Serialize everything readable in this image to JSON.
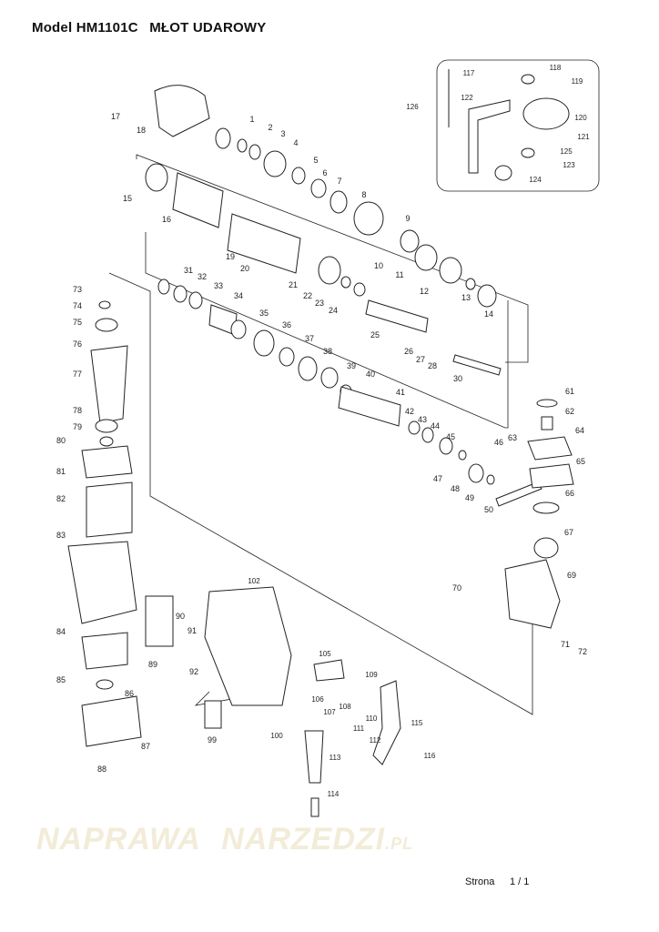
{
  "header": {
    "model_label": "Model HM1101C",
    "product_name": "MŁOT UDAROWY"
  },
  "watermark": {
    "line1": "NAPRAWA",
    "line2": "NARZEDZI",
    "suffix": ".PL"
  },
  "diagram": {
    "part_numbers": [
      "1",
      "2",
      "3",
      "4",
      "5",
      "6",
      "7",
      "8",
      "9",
      "10",
      "11",
      "12",
      "13",
      "14",
      "15",
      "16",
      "17",
      "18",
      "19",
      "20",
      "21",
      "22",
      "23",
      "24",
      "25",
      "26",
      "27",
      "28",
      "30",
      "31",
      "32",
      "33",
      "34",
      "35",
      "36",
      "37",
      "38",
      "39",
      "40",
      "41",
      "42",
      "43",
      "44",
      "45",
      "46",
      "47",
      "48",
      "49",
      "50",
      "61",
      "62",
      "63",
      "64",
      "65",
      "66",
      "67",
      "69",
      "70",
      "71",
      "72",
      "73",
      "74",
      "75",
      "76",
      "77",
      "78",
      "79",
      "80",
      "81",
      "82",
      "83",
      "84",
      "85",
      "86",
      "87",
      "88",
      "89",
      "90",
      "91",
      "92",
      "99",
      "100",
      "102",
      "105",
      "106",
      "107",
      "108",
      "109",
      "110",
      "111",
      "112",
      "113",
      "114",
      "115",
      "116",
      "117",
      "118",
      "119",
      "120",
      "121",
      "122",
      "123",
      "124",
      "125",
      "126"
    ]
  },
  "footer": {
    "page_label": "Strona",
    "page_number": "1 / 1"
  },
  "colors": {
    "line": "#222222",
    "watermark": "#f2ecd8"
  }
}
